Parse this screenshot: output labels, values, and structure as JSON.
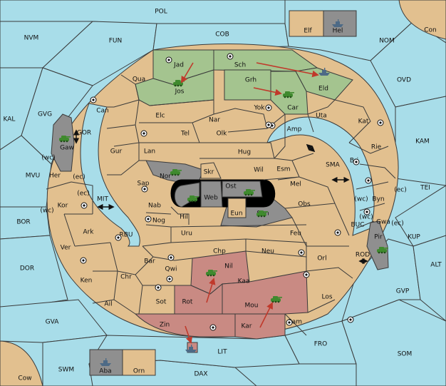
{
  "colors": {
    "sea": "#a8dde9",
    "land": "#e2c08f",
    "green": "#a4c48f",
    "red": "#c98a83",
    "grey": "#8f8f8f",
    "black": "#000000",
    "order": "#c0392b",
    "unit": "#3f8a2e"
  },
  "sea_labels": {
    "POL": "POL",
    "NVM": "NVM",
    "FUN": "FUN",
    "COB": "COB",
    "NOM": "NOM",
    "Con": "Con",
    "OVD": "OVD",
    "KAL": "KAL",
    "GVG": "GVG",
    "GOR": "GOR",
    "MVU": "MVU",
    "BOR": "BOR",
    "DOR": "DOR",
    "MIT": "MIT",
    "RBU": "RBU",
    "GVA": "GVA",
    "SWM": "SWM",
    "Cow": "Cow",
    "DAX": "DAX",
    "LIT": "LIT",
    "FRO": "FRO",
    "SOM": "SOM",
    "GVP": "GVP",
    "ALT": "ALT",
    "KUP": "KUP",
    "BUC": "BUC",
    "ROD": "ROD",
    "TEI": "TEI",
    "KAM": "KAM",
    "SMA": "SMA"
  },
  "land_labels": {
    "Elf": "Elf",
    "Hel": "Hel",
    "Jad": "Jad",
    "Sch": "Sch",
    "Qua": "Qua",
    "Jos": "Jos",
    "Grh": "Grh",
    "Eld": "Eld",
    "Can": "Can",
    "Elc": "Elc",
    "Nar": "Nar",
    "Yok": "Yok",
    "Car": "Car",
    "Uta": "Uta",
    "Kat": "Kat",
    "Tel": "Tel",
    "Olk": "Olk",
    "Amp": "Amp",
    "Gaw": "Gaw",
    "Gur": "Gur",
    "Lan": "Lan",
    "Hug": "Hug",
    "Rie": "Rie",
    "Bri": "Bri",
    "Wil": "Wil",
    "Esm": "Esm",
    "Nor": "Nor",
    "Skr": "Skr",
    "Her": "Her",
    "Sap": "Sap",
    "Ost": "Ost",
    "Mel": "Mel",
    "Web": "Web",
    "Byn": "Byn",
    "Kor": "Kor",
    "Nab": "Nab",
    "Eun": "Eun",
    "Obs": "Obs",
    "Hil": "Hil",
    "Sun": "Sun",
    "Gwa": "Gwa",
    "Nog": "Nog",
    "Ark": "Ark",
    "Uru": "Uru",
    "Feu": "Feu",
    "Pir": "Pir",
    "Ver": "Ver",
    "Chp": "Chp",
    "Neu": "Neu",
    "Bar": "Bar",
    "Qwi": "Qwi",
    "Nil": "Nil",
    "Orl": "Orl",
    "Ken": "Ken",
    "Chr": "Chr",
    "Kaa": "Kaa",
    "Rot": "Rot",
    "Ail": "Ail",
    "Sot": "Sot",
    "Mou": "Mou",
    "Los": "Los",
    "Zin": "Zin",
    "Kar": "Kar",
    "Sam": "Sam",
    "Aba": "Aba",
    "Orn": "Orn"
  },
  "coast_labels": {
    "wc": "(wc)",
    "ec": "(ec)"
  },
  "icons": {
    "army": "tank-icon",
    "fleet": "ship-icon",
    "supply_center": "supply-center-icon",
    "move": "order-arrow",
    "convoy_link": "double-arrow-icon"
  }
}
